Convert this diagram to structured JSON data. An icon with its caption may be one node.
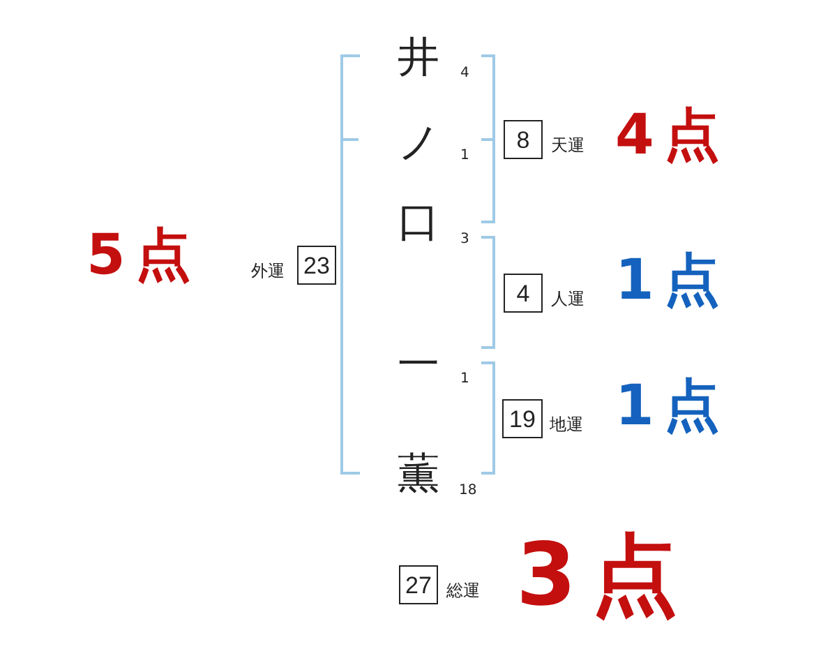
{
  "diagram": {
    "nodes": [
      {
        "text": [
          "8"
        ],
        "beside": [
          "天運",
          "4点"
        ]
      },
      {
        "text": [
          "23"
        ],
        "beside": [
          "外運",
          "5点"
        ]
      },
      {
        "text": [
          "4"
        ],
        "beside": [
          "人運",
          "1点"
        ]
      },
      {
        "text": [
          "19"
        ],
        "beside": [
          "地運",
          "1点"
        ]
      },
      {
        "text": [
          "27"
        ],
        "beside": [
          "総運",
          "3点"
        ]
      }
    ],
    "labels": [
      "井",
      "4",
      "ノ",
      "1",
      "口",
      "3",
      "一",
      "1",
      "薫",
      "18"
    ]
  }
}
